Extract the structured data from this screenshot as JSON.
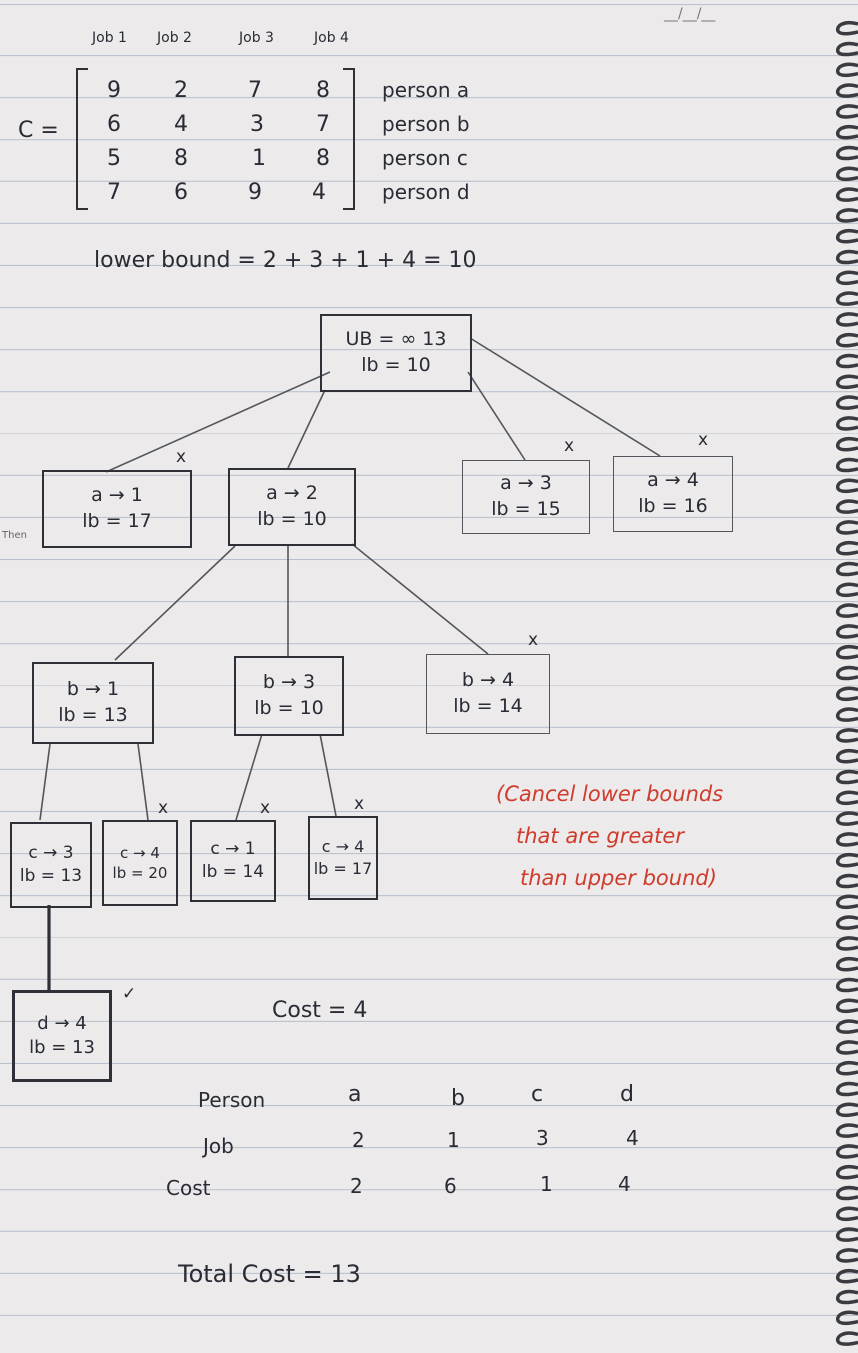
{
  "corner_mark": "__/__/__",
  "margin_note": "Then",
  "matrix": {
    "label": "C =",
    "job_headers": [
      "Job 1",
      "Job 2",
      "Job 3",
      "Job 4"
    ],
    "rows": [
      {
        "cells": [
          "9",
          "2",
          "7",
          "8"
        ],
        "person": "person a"
      },
      {
        "cells": [
          "6",
          "4",
          "3",
          "7"
        ],
        "person": "person b"
      },
      {
        "cells": [
          "5",
          "8",
          "1",
          "8"
        ],
        "person": "person c"
      },
      {
        "cells": [
          "7",
          "6",
          "9",
          "4"
        ],
        "person": "person d"
      }
    ]
  },
  "lower_bound_line": "lower bound = 2 + 3 + 1 + 4 = 10",
  "tree": {
    "root": {
      "line1": "UB = ∞ 13",
      "line2": "lb = 10"
    },
    "level1": [
      {
        "line1": "a → 1",
        "line2": "lb = 17",
        "cancel": "x"
      },
      {
        "line1": "a → 2",
        "line2": "lb = 10",
        "cancel": ""
      },
      {
        "line1": "a → 3",
        "line2": "lb = 15",
        "cancel": "x"
      },
      {
        "line1": "a → 4",
        "line2": "lb = 16",
        "cancel": "x"
      }
    ],
    "level2": [
      {
        "line1": "b → 1",
        "line2": "lb = 13",
        "cancel": ""
      },
      {
        "line1": "b → 3",
        "line2": "lb = 10",
        "cancel": ""
      },
      {
        "line1": "b → 4",
        "line2": "lb = 14",
        "cancel": "x"
      }
    ],
    "level3": [
      {
        "line1": "c → 3",
        "line2": "lb = 13",
        "cancel": ""
      },
      {
        "line1": "c → 4",
        "line2": "lb = 20",
        "cancel": "x"
      },
      {
        "line1": "c → 1",
        "line2": "lb = 14",
        "cancel": "x"
      },
      {
        "line1": "c → 4",
        "line2": "lb = 17",
        "cancel": "x"
      }
    ],
    "leaf": {
      "line1": "d → 4",
      "line2": "lb = 13",
      "mark": "✓"
    }
  },
  "note": {
    "line1": "(Cancel lower bounds",
    "line2": "that are greater",
    "line3": "than upper bound)"
  },
  "cost_line": "Cost = 4",
  "assignment": {
    "person_label": "Person",
    "job_label": "Job",
    "cost_label": "Cost",
    "persons": [
      "a",
      "b",
      "c",
      "d"
    ],
    "jobs": [
      "2",
      "1",
      "3",
      "4"
    ],
    "costs": [
      "2",
      "6",
      "1",
      "4"
    ]
  },
  "total_cost_line": "Total Cost = 13",
  "colors": {
    "ink": "#2b2b36",
    "red_ink": "#cf3b2c",
    "ruling": "#b9c0cc",
    "paper": "#eceaea"
  }
}
